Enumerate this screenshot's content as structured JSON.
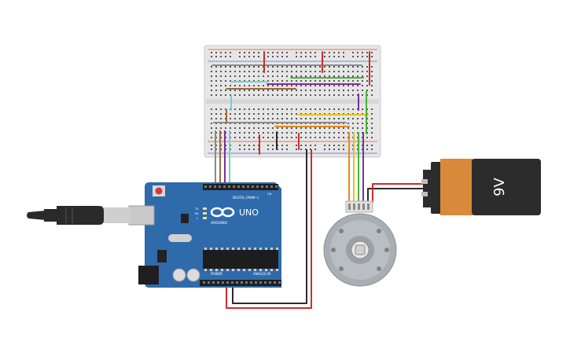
{
  "arduino": {
    "brand": "UNO",
    "maker": "ARDUINO",
    "digital_label": "DIGITAL (PWM~)",
    "power_label": "POWER",
    "analog_label": "ANALOG IN",
    "tx_label": "TX",
    "rx_label": "RX",
    "l_label": "L",
    "on_label": "ON"
  },
  "battery": {
    "label": "9V"
  },
  "colors": {
    "board": "#2f6bab",
    "breadboard": "#e6e6e6",
    "wire_red": "#d42a2a",
    "wire_black": "#2b2b2b",
    "wire_cyan": "#6fd1d6",
    "wire_green": "#4caf3a",
    "wire_purple": "#7b2fa0",
    "wire_orange": "#e68a1e",
    "wire_yellow": "#e6c21e",
    "wire_brown": "#9a6a3a",
    "wire_gray": "#8a8a8a",
    "battery_orange": "#d9893a",
    "battery_black": "#2c2c2c",
    "motor": "#a9aeb3"
  },
  "icons": {
    "usb": "usb-cable-icon",
    "reset": "reset-button-icon",
    "logo": "arduino-infinity-logo-icon"
  }
}
